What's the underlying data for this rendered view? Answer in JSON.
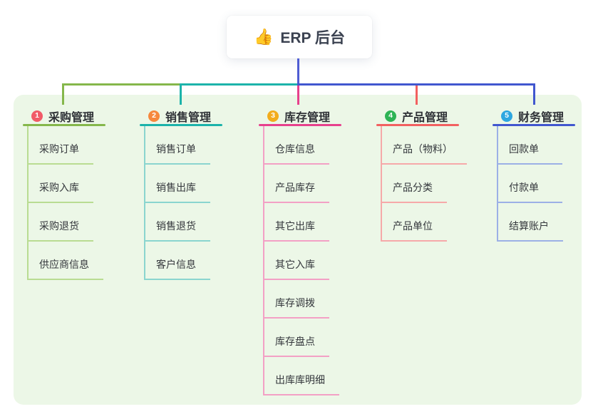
{
  "root": {
    "icon": "👍",
    "label": "ERP 后台"
  },
  "colors": {
    "panel_bg": "#ecf7e7",
    "root_line": "#4f5dd3",
    "harness_blue": "#4157cf"
  },
  "branches": [
    {
      "badge": "1",
      "label": "采购管理",
      "badge_color": "#f15b68",
      "line_color": "#85b74b",
      "child_line_color": "#b9dc92",
      "children": [
        "采购订单",
        "采购入库",
        "采购退货",
        "供应商信息"
      ]
    },
    {
      "badge": "2",
      "label": "销售管理",
      "badge_color": "#f6883d",
      "line_color": "#1cb3aa",
      "child_line_color": "#8ad5cf",
      "children": [
        "销售订单",
        "销售出库",
        "销售退货",
        "客户信息"
      ]
    },
    {
      "badge": "3",
      "label": "库存管理",
      "badge_color": "#f2ac1c",
      "line_color": "#e7418d",
      "child_line_color": "#f3a0c5",
      "children": [
        "仓库信息",
        "产品库存",
        "其它出库",
        "其它入库",
        "库存调拨",
        "库存盘点",
        "出库库明细"
      ]
    },
    {
      "badge": "4",
      "label": "产品管理",
      "badge_color": "#2eb455",
      "line_color": "#f26060",
      "child_line_color": "#f6a9a9",
      "children": [
        "产品（物料）",
        "产品分类",
        "产品单位"
      ]
    },
    {
      "badge": "5",
      "label": "财务管理",
      "badge_color": "#2ea7e0",
      "line_color": "#4157cf",
      "child_line_color": "#9cb0e6",
      "children": [
        "回款单",
        "付款单",
        "结算账户"
      ]
    }
  ]
}
